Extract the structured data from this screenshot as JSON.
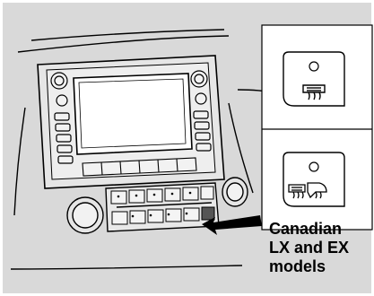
{
  "diagram": {
    "caption": {
      "lines": [
        "Canadian",
        "LX and EX",
        "models"
      ]
    },
    "callouts": [
      {
        "id": "rear-defroster-button",
        "icon": "rear-defroster-icon"
      },
      {
        "id": "rear-and-mirror-defroster-button",
        "icon": "rear-and-mirror-defroster-icon"
      }
    ],
    "colors": {
      "background_panel": "#d9d9d9",
      "line": "#000000",
      "callout_box": "#ffffff",
      "screen": "#ffffff"
    }
  }
}
